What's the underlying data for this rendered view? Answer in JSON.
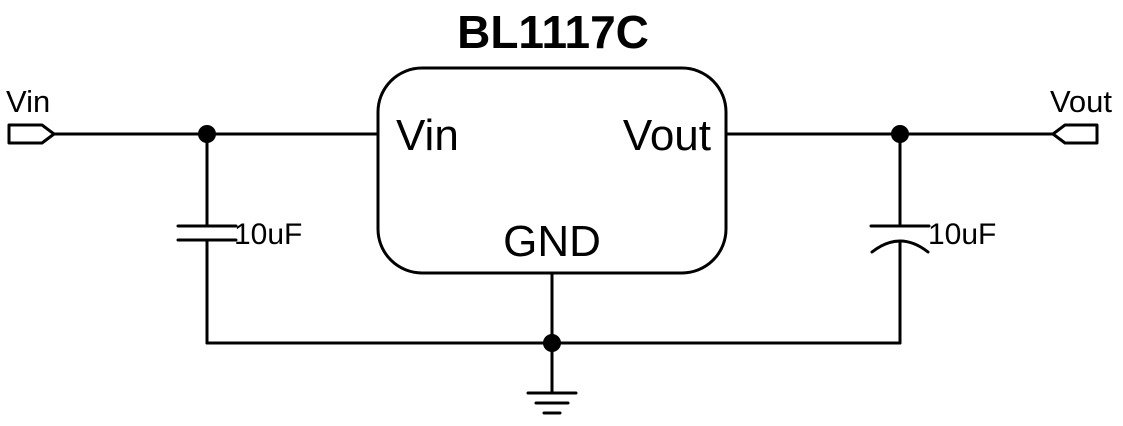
{
  "chip": {
    "name": "BL1117C",
    "pins": {
      "vin": "Vin",
      "vout": "Vout",
      "gnd": "GND"
    }
  },
  "ports": {
    "input": "Vin",
    "output": "Vout"
  },
  "capacitors": {
    "input": "10uF",
    "output": "10uF"
  },
  "colors": {
    "ink": "#000000",
    "background": "#ffffff"
  }
}
